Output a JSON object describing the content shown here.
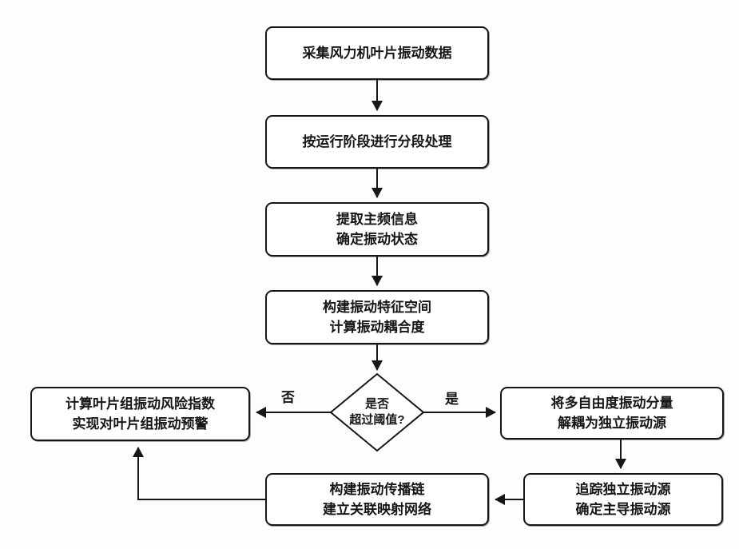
{
  "diagram": {
    "type": "flowchart",
    "language": "zh-CN",
    "nodes": {
      "collect": {
        "line1": "采集风力机叶片振动数据"
      },
      "segment": {
        "line1": "按运行阶段进行分段处理"
      },
      "extract": {
        "line1": "提取主频信息",
        "line2": "确定振动状态"
      },
      "feature": {
        "line1": "构建振动特征空间",
        "line2": "计算振动耦合度"
      },
      "decision": {
        "line1": "是否",
        "line2": "超过阈值?"
      },
      "risk": {
        "line1": "计算叶片组振动风险指数",
        "line2": "实现对叶片组振动预警"
      },
      "decouple": {
        "line1": "将多自由度振动分量",
        "line2": "解耦为独立振动源"
      },
      "track": {
        "line1": "追踪独立振动源",
        "line2": "确定主导振动源"
      },
      "chain": {
        "line1": "构建振动传播链",
        "line2": "建立关联映射网络"
      }
    },
    "edge_labels": {
      "no": "否",
      "yes": "是"
    },
    "colors": {
      "stroke": "#161616",
      "fill": "#ffffff",
      "background": "#fdfdfd"
    }
  }
}
